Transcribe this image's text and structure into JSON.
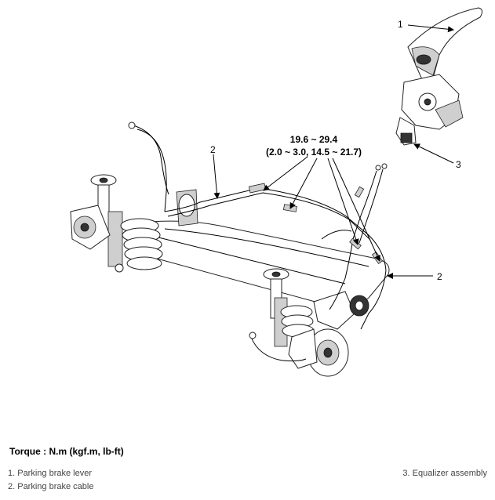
{
  "diagram": {
    "callouts": {
      "lever": "1",
      "cable_left": "2",
      "cable_right": "2",
      "equalizer": "3"
    },
    "torque_value_nm": "19.6 ~ 29.4",
    "torque_value_other": "(2.0 ~ 3.0, 14.5 ~ 21.7)"
  },
  "caption": {
    "torque_title": "Torque : N.m (kgf.m, lb-ft)",
    "legend": [
      "1. Parking brake lever",
      "2. Parking brake cable",
      "3. Equalizer assembly"
    ]
  }
}
